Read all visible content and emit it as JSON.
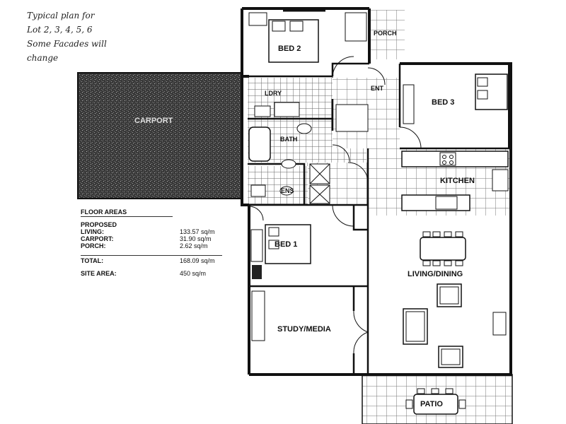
{
  "note": {
    "lines": [
      "Typical plan for",
      "Lot 2, 3, 4, 5, 6",
      "Some Facades will",
      "change"
    ]
  },
  "floor_areas": {
    "heading": "FLOOR AREAS",
    "subheading": "PROPOSED",
    "rows": [
      {
        "label": "LIVING:",
        "value": "133.57 sq/m"
      },
      {
        "label": "CARPORT:",
        "value": "31.90 sq/m"
      },
      {
        "label": "PORCH:",
        "value": "2.62 sq/m"
      }
    ],
    "total": {
      "label": "TOTAL:",
      "value": "168.09 sq/m"
    },
    "site": {
      "label": "SITE AREA:",
      "value": "450 sq/m"
    }
  },
  "rooms": {
    "bed2": "BED 2",
    "porch": "PORCH",
    "ldry": "LDRY",
    "ent": "ENT",
    "bed3": "BED 3",
    "carport": "CARPORT",
    "bath": "BATH",
    "kitchen": "KITCHEN",
    "ens": "ENS",
    "bed1": "BED 1",
    "living_dining": "LIVING/DINING",
    "study_media": "STUDY/MEDIA",
    "patio": "PATIO"
  },
  "colors": {
    "wall": "#111111",
    "tile": "#555555",
    "carport_fill": "#2a2a2a",
    "paper": "#ffffff"
  }
}
